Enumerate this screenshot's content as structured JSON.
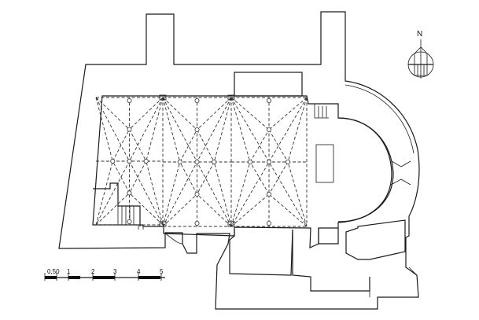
{
  "compass": {
    "label": "N"
  },
  "scale_bar": {
    "ticks": [
      {
        "label": "0,50"
      },
      {
        "label": "1"
      },
      {
        "label": "2"
      },
      {
        "label": "3"
      },
      {
        "label": "4"
      },
      {
        "label": "5"
      }
    ]
  },
  "plan": {
    "vault_bays": 3,
    "style": "line-drawing"
  }
}
